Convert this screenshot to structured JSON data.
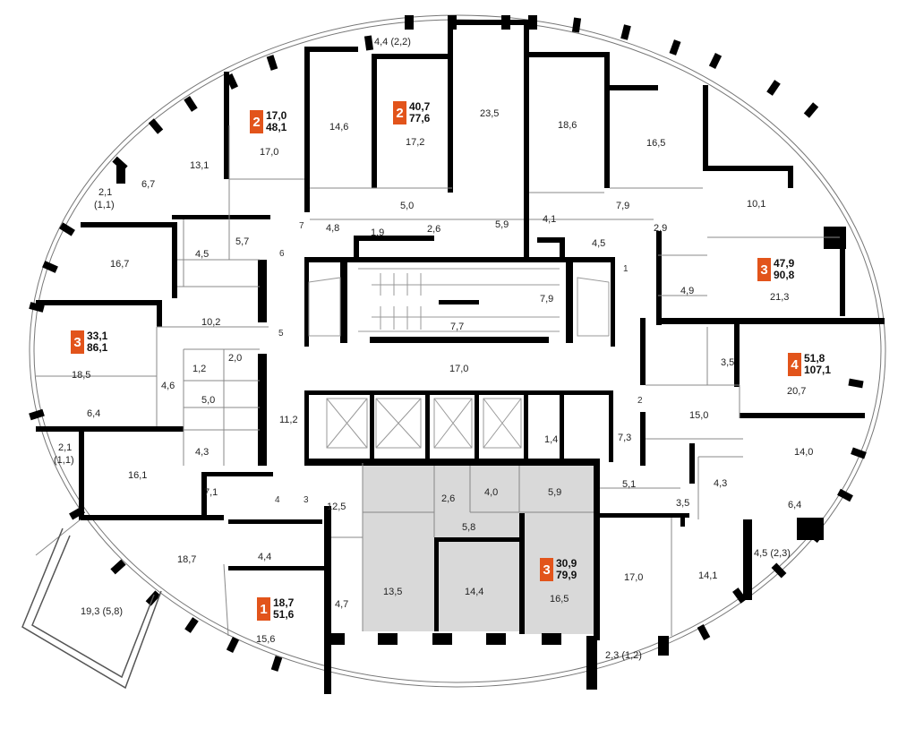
{
  "colors": {
    "wall": "#000000",
    "thin_line": "#888888",
    "window": "#777777",
    "highlight": "#d9d9d9",
    "badge": "#e2541b"
  },
  "apartments": [
    {
      "id": "a1",
      "rooms": "2",
      "living": "17,0",
      "total": "48,1"
    },
    {
      "id": "a2",
      "rooms": "2",
      "living": "40,7",
      "total": "77,6"
    },
    {
      "id": "a3",
      "rooms": "3",
      "living": "47,9",
      "total": "90,8"
    },
    {
      "id": "a4",
      "rooms": "3",
      "living": "33,1",
      "total": "86,1"
    },
    {
      "id": "a5",
      "rooms": "4",
      "living": "51,8",
      "total": "107,1"
    },
    {
      "id": "a6",
      "rooms": "3",
      "living": "30,9",
      "total": "79,9"
    },
    {
      "id": "a7",
      "rooms": "1",
      "living": "18,7",
      "total": "51,6"
    }
  ],
  "rooms": [
    {
      "id": "r01",
      "label": "4,4 (2,2)"
    },
    {
      "id": "r02",
      "label": "23,5"
    },
    {
      "id": "r03",
      "label": "14,6"
    },
    {
      "id": "r04",
      "label": "17,2"
    },
    {
      "id": "r05",
      "label": "18,6"
    },
    {
      "id": "r06",
      "label": "16,5"
    },
    {
      "id": "r07",
      "label": "13,1"
    },
    {
      "id": "r08",
      "label": "17,0"
    },
    {
      "id": "r09",
      "label": "6,7"
    },
    {
      "id": "r10",
      "label": "2,1"
    },
    {
      "id": "r11",
      "label": "(1,1)"
    },
    {
      "id": "r12",
      "label": "10,1"
    },
    {
      "id": "r13",
      "label": "7,9"
    },
    {
      "id": "r14",
      "label": "5,0"
    },
    {
      "id": "r15",
      "label": "4,8"
    },
    {
      "id": "r16",
      "label": "1,9"
    },
    {
      "id": "r17",
      "label": "2,6"
    },
    {
      "id": "r18",
      "label": "5,9"
    },
    {
      "id": "r19",
      "label": "4,1"
    },
    {
      "id": "r20",
      "label": "4,5"
    },
    {
      "id": "r21",
      "label": "2,9"
    },
    {
      "id": "r22",
      "label": "5,7"
    },
    {
      "id": "r23",
      "label": "4,5"
    },
    {
      "id": "r24",
      "label": "16,7"
    },
    {
      "id": "r25",
      "label": "4,9"
    },
    {
      "id": "r26",
      "label": "21,3"
    },
    {
      "id": "r27",
      "label": "7,9"
    },
    {
      "id": "r28",
      "label": "10,2"
    },
    {
      "id": "r29",
      "label": "7,7"
    },
    {
      "id": "r30",
      "label": "18,5"
    },
    {
      "id": "r31",
      "label": "2,0"
    },
    {
      "id": "r32",
      "label": "1,2"
    },
    {
      "id": "r33",
      "label": "3,5"
    },
    {
      "id": "r34",
      "label": "17,0"
    },
    {
      "id": "r35",
      "label": "20,7"
    },
    {
      "id": "r36",
      "label": "4,6"
    },
    {
      "id": "r37",
      "label": "5,0"
    },
    {
      "id": "r38",
      "label": "6,4"
    },
    {
      "id": "r39",
      "label": "11,2"
    },
    {
      "id": "r40",
      "label": "15,0"
    },
    {
      "id": "r41",
      "label": "4,3"
    },
    {
      "id": "r42",
      "label": "1,4"
    },
    {
      "id": "r43",
      "label": "7,3"
    },
    {
      "id": "r44",
      "label": "2,1"
    },
    {
      "id": "r45",
      "label": "(1,1)"
    },
    {
      "id": "r46",
      "label": "16,1"
    },
    {
      "id": "r47",
      "label": "14,0"
    },
    {
      "id": "r48",
      "label": "12,5"
    },
    {
      "id": "r49",
      "label": "2,6"
    },
    {
      "id": "r50",
      "label": "4,0"
    },
    {
      "id": "r51",
      "label": "5,9"
    },
    {
      "id": "r52",
      "label": "5,1"
    },
    {
      "id": "r53",
      "label": "7,1"
    },
    {
      "id": "r54",
      "label": "4,3"
    },
    {
      "id": "r55",
      "label": "5,8"
    },
    {
      "id": "r56",
      "label": "3,5"
    },
    {
      "id": "r57",
      "label": "6,4"
    },
    {
      "id": "r58",
      "label": "18,7"
    },
    {
      "id": "r59",
      "label": "4,4"
    },
    {
      "id": "r60",
      "label": "4,5 (2,3)"
    },
    {
      "id": "r61",
      "label": "13,5"
    },
    {
      "id": "r62",
      "label": "14,4"
    },
    {
      "id": "r63",
      "label": "17,0"
    },
    {
      "id": "r64",
      "label": "14,1"
    },
    {
      "id": "r65",
      "label": "4,7"
    },
    {
      "id": "r66",
      "label": "16,5"
    },
    {
      "id": "r67",
      "label": "19,3 (5,8)"
    },
    {
      "id": "r68",
      "label": "15,6"
    },
    {
      "id": "r69",
      "label": "2,3 (1,2)"
    }
  ],
  "doors": [
    {
      "id": "d1",
      "label": "7"
    },
    {
      "id": "d2",
      "label": "6"
    },
    {
      "id": "d3",
      "label": "5"
    },
    {
      "id": "d4",
      "label": "1"
    },
    {
      "id": "d5",
      "label": "2"
    },
    {
      "id": "d6",
      "label": "4"
    },
    {
      "id": "d7",
      "label": "3"
    }
  ]
}
